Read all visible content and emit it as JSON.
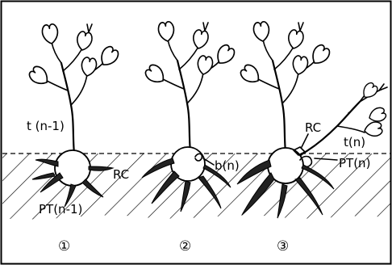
{
  "figure": {
    "panels": [
      {
        "number": "①",
        "labels": {
          "stem": "t (n-1)",
          "root_collar": "RC",
          "tuber": "PT(n-1)"
        }
      },
      {
        "number": "②",
        "labels": {
          "bud": "b(n)"
        }
      },
      {
        "number": "③",
        "labels": {
          "root_collar": "RC",
          "stem": "t(n)",
          "tuber": "PT(n)"
        }
      }
    ]
  }
}
